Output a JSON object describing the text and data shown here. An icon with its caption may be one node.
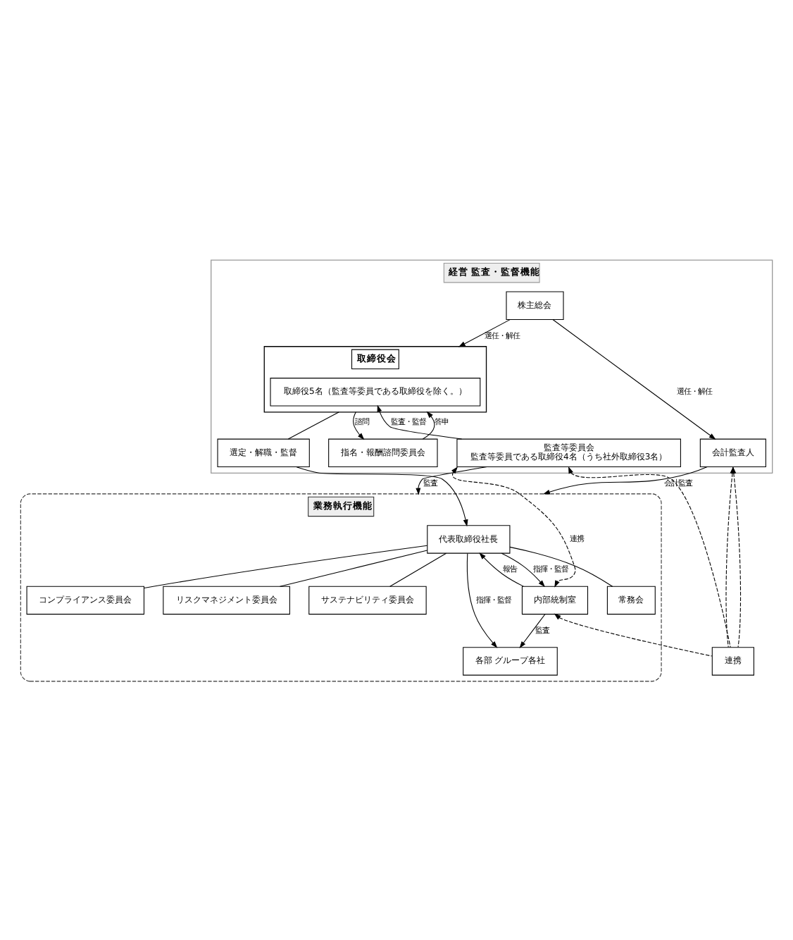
{
  "diagram": {
    "nodes": [
      {
        "text": [
          "経営 監査・監督機能"
        ]
      },
      {
        "text": [
          "株主総会"
        ],
        "in": 0
      },
      {
        "text": [
          "取締役会"
        ],
        "in": 0
      },
      {
        "text": [
          "監査等委員会",
          "監査等委員である取締役4名（うち社外取締役3名）"
        ],
        "in": 0
      },
      {
        "text": [
          "取締役5名（監査等委員である取締役を除く。）"
        ],
        "in": 2
      },
      {
        "text": [
          "選定・解職・監督"
        ],
        "in": 0
      },
      {
        "text": [
          "指名・報酬諮問委員会"
        ],
        "in": 0
      },
      {
        "text": [
          "会計監査人"
        ],
        "in": 0
      },
      {
        "text": [
          "業務執行機能"
        ]
      },
      {
        "text": [
          "代表取締役社長"
        ],
        "in": 8
      },
      {
        "text": [
          "内部統制室"
        ],
        "in": 8
      },
      {
        "text": [
          "常務会"
        ],
        "in": 8
      },
      {
        "text": [
          "コンプライアンス委員会"
        ],
        "in": 8
      },
      {
        "text": [
          "リスクマネジメント委員会"
        ],
        "in": 8
      },
      {
        "text": [
          "サステナビリティ委員会"
        ],
        "in": 8
      },
      {
        "text": [
          "各部 グループ各社"
        ],
        "in": 8
      },
      {
        "text": [
          "連携"
        ]
      }
    ],
    "edges": [
      {
        "from": 1,
        "to": 2,
        "arrow": "to",
        "label": "選任・解任"
      },
      {
        "from": 1,
        "to": 7,
        "arrow": "to",
        "label": "選任・解任"
      },
      {
        "from": 3,
        "to": 4,
        "arrow": "to",
        "label": "監査・監督"
      },
      {
        "from": 2,
        "to": 6,
        "arrow": "to",
        "label": "諮問"
      },
      {
        "from": 6,
        "to": 2,
        "arrow": "to",
        "label": "答申"
      },
      {
        "from": 2,
        "to": 5,
        "arrow": "none"
      },
      {
        "from": 5,
        "to": 9,
        "arrow": "to"
      },
      {
        "from": 3,
        "to": 8,
        "arrow": "to",
        "label": "監査"
      },
      {
        "from": 3,
        "to": 10,
        "arrow": "both",
        "style": "dashed",
        "label": "連携"
      },
      {
        "from": 7,
        "to": 8,
        "arrow": "to",
        "label": "会計監査"
      },
      {
        "from": 9,
        "to": 10,
        "arrow": "to",
        "label": "指揮・監督"
      },
      {
        "from": 10,
        "to": 9,
        "arrow": "to",
        "label": "報告"
      },
      {
        "from": 9,
        "to": 15,
        "arrow": "to",
        "label": "指揮・監督"
      },
      {
        "from": 9,
        "to": 11,
        "arrow": "none"
      },
      {
        "from": 9,
        "to": 12,
        "arrow": "none"
      },
      {
        "from": 9,
        "to": 13,
        "arrow": "none"
      },
      {
        "from": 9,
        "to": 14,
        "arrow": "none"
      },
      {
        "from": 10,
        "to": 15,
        "arrow": "to",
        "label": "監査"
      },
      {
        "from": 16,
        "to": 10,
        "arrow": "to",
        "style": "dashed"
      },
      {
        "from": 16,
        "to": 7,
        "arrow": "to",
        "style": "dashed"
      },
      {
        "from": 16,
        "to": 3,
        "arrow": "to",
        "style": "dashed"
      },
      {
        "from": 16,
        "to": 7,
        "arrow": "to",
        "style": "dashed"
      }
    ]
  }
}
